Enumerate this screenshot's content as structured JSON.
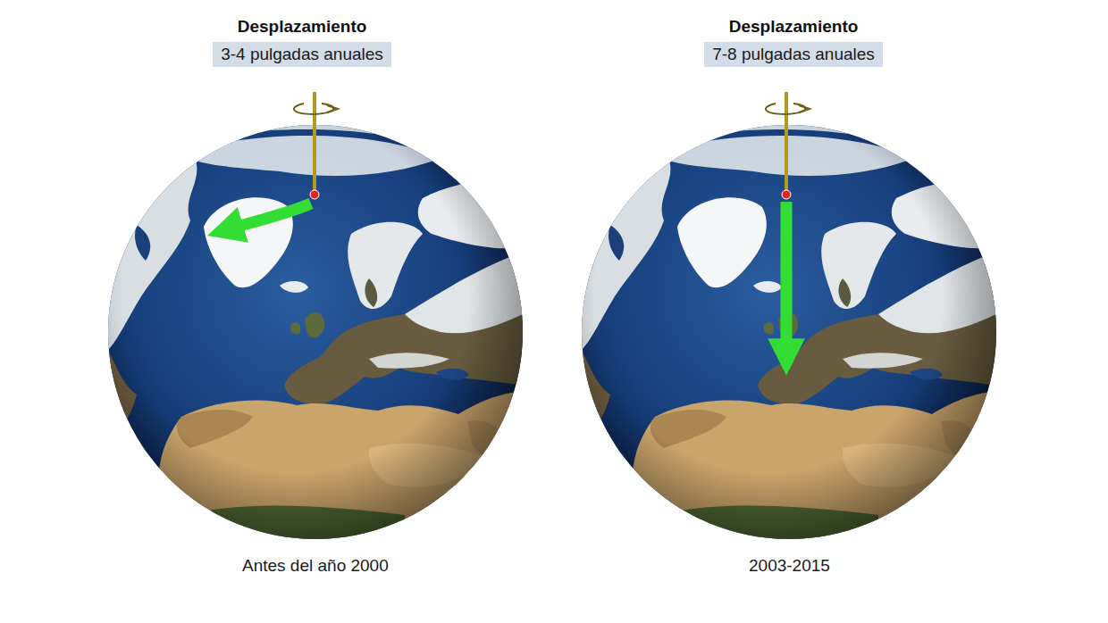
{
  "diagram": {
    "nodes": [
      {
        "text": [
          "Desplazamiento",
          "3-4 pulgadas anuales"
        ]
      },
      {
        "text": [
          "Desplazamiento",
          "7-8 pulgadas anuales"
        ]
      }
    ],
    "labels": [
      "Antes del año 2000",
      "2003-2015"
    ]
  }
}
